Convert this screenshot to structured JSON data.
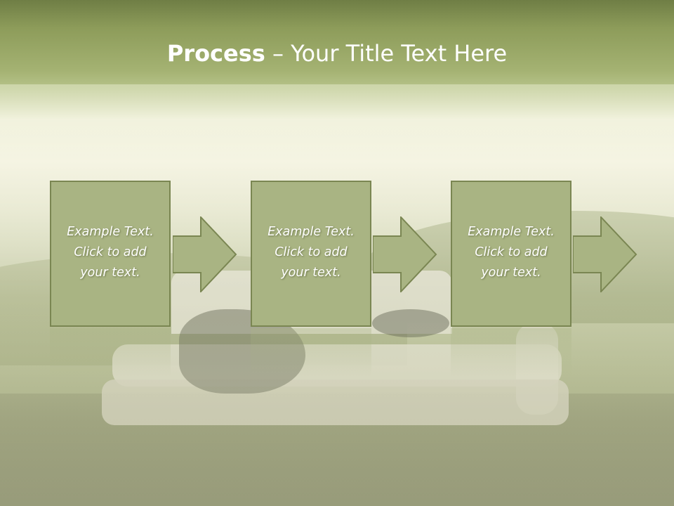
{
  "slide": {
    "title_bold": "Process",
    "title_rest": " – Your Title Text Here"
  },
  "steps": [
    {
      "line1": "Example Text.",
      "line2": "Click  to add",
      "line3": "your text."
    },
    {
      "line1": "Example Text.",
      "line2": "Click  to add",
      "line3": "your text."
    },
    {
      "line1": "Example Text.",
      "line2": "Click  to add",
      "line3": "your text."
    }
  ],
  "colors": {
    "box_fill": "#a9b483",
    "box_border": "#7a8652",
    "title_band": "#8d9c5a",
    "text": "#ffffff"
  }
}
